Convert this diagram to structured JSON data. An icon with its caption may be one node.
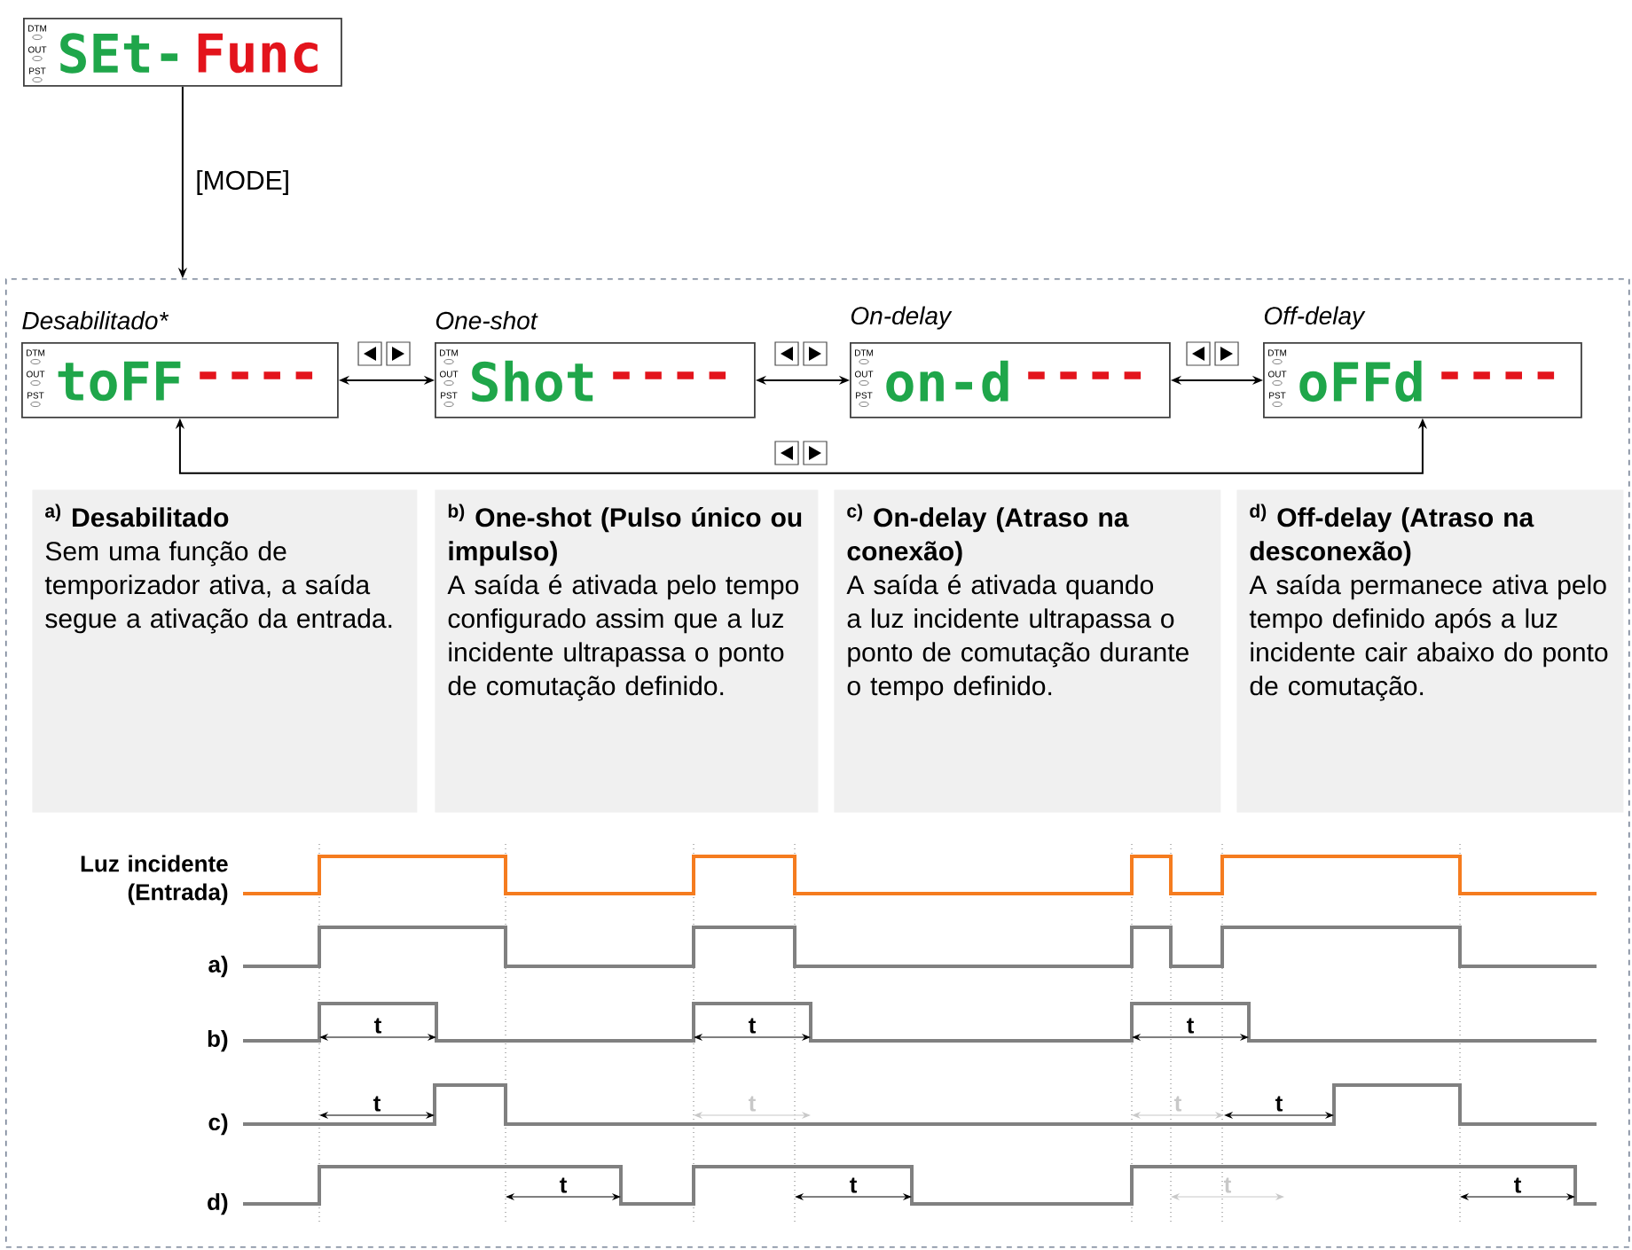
{
  "diagram": {
    "nodes": [
      {
        "text": [
          "DTM",
          "OUT",
          "PST",
          "SEt-",
          "Func"
        ]
      },
      {
        "text": [],
        "shape": "box"
      },
      {
        "text": [
          "Desabilitado*",
          "DTM",
          "OUT",
          "PST",
          "toFF",
          "----"
        ],
        "in": 1
      },
      {
        "text": [
          "One-shot",
          "DTM",
          "OUT",
          "PST",
          "Shot",
          "----"
        ],
        "in": 1
      },
      {
        "text": [
          "On-delay",
          "DTM",
          "OUT",
          "PST",
          "on-d",
          "----"
        ],
        "in": 1
      },
      {
        "text": [
          "Off-delay",
          "DTM",
          "OUT",
          "PST",
          "oFFd",
          "----"
        ],
        "in": 1
      },
      {
        "text": [
          "$^{a)}$ Desabilitado",
          "Sem uma função de temporizador ativa, a saída segue a ativação da entrada."
        ],
        "in": 1
      },
      {
        "text": [
          "$^{b)}$ One-shot (Pulso único ou impulso)",
          "A saída é ativada pelo tempo configurado assim que a luz incidente ultrapassa o ponto de comutação definido."
        ],
        "in": 1
      },
      {
        "text": [
          "$^{c)}$ On-delay (Atraso na conexão)",
          "A saída é ativada quando a luz incidente ultrapassa o ponto de comutação durante o tempo definido."
        ],
        "in": 1
      },
      {
        "text": [
          "$^{d)}$ Off-delay (Atraso na desconexão)",
          "A saída permanece ativa pelo tempo definido após a luz incidente cair abaixo do ponto de comutação."
        ],
        "in": 1
      }
    ],
    "edges": [
      {
        "from": 0,
        "to": 1,
        "arrow": "to",
        "label": "[MODE]"
      },
      {
        "from": 2,
        "to": 3,
        "arrow": "both"
      },
      {
        "from": 3,
        "to": 4,
        "arrow": "both"
      },
      {
        "from": 4,
        "to": 5,
        "arrow": "both"
      },
      {
        "from": 2,
        "to": 5,
        "arrow": "both"
      }
    ],
    "labels": [
      "Luz incidente (Entrada)",
      "a)",
      "b)",
      "c)",
      "d)",
      "t",
      "t",
      "t",
      "t",
      "t",
      "t",
      "t",
      "t",
      "t",
      "t",
      "t"
    ]
  }
}
